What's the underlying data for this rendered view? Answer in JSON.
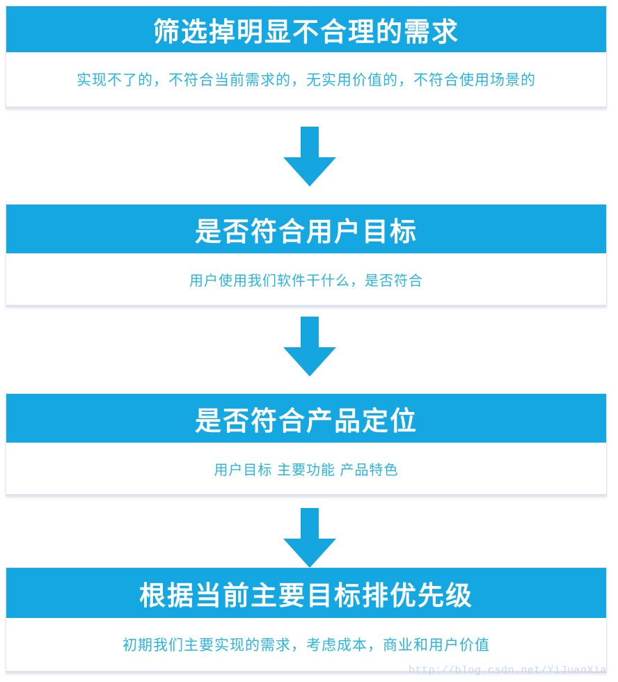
{
  "diagram": {
    "type": "flowchart",
    "orientation": "vertical-top-down",
    "colors": {
      "header_blue": "#14a7e2",
      "subtitle_cyan": "#2ab4de",
      "arrow_blue": "#15a6e0",
      "card_background": "#ffffff",
      "page_background": "#ffffff",
      "watermark": "#c3cfe2"
    },
    "steps": [
      {
        "title": "筛选掉明显不合理的需求",
        "subtitle": "实现不了的，不符合当前需求的，无实用价值的，不符合使用场景的"
      },
      {
        "title": "是否符合用户目标",
        "subtitle": "用户使用我们软件干什么，是否符合"
      },
      {
        "title": "是否符合产品定位",
        "subtitle": "用户目标 主要功能 产品特色"
      },
      {
        "title": "根据当前主要目标排优先级",
        "subtitle": "初期我们主要实现的需求，考虑成本，商业和用户价值"
      }
    ],
    "connectors": [
      {
        "icon": "arrow-down-icon",
        "from": 1,
        "to": 2
      },
      {
        "icon": "arrow-down-icon",
        "from": 2,
        "to": 3
      },
      {
        "icon": "arrow-down-icon",
        "from": 3,
        "to": 4
      }
    ]
  },
  "watermark": {
    "text": "http://blog.csdn.net/YiJuanXia"
  }
}
